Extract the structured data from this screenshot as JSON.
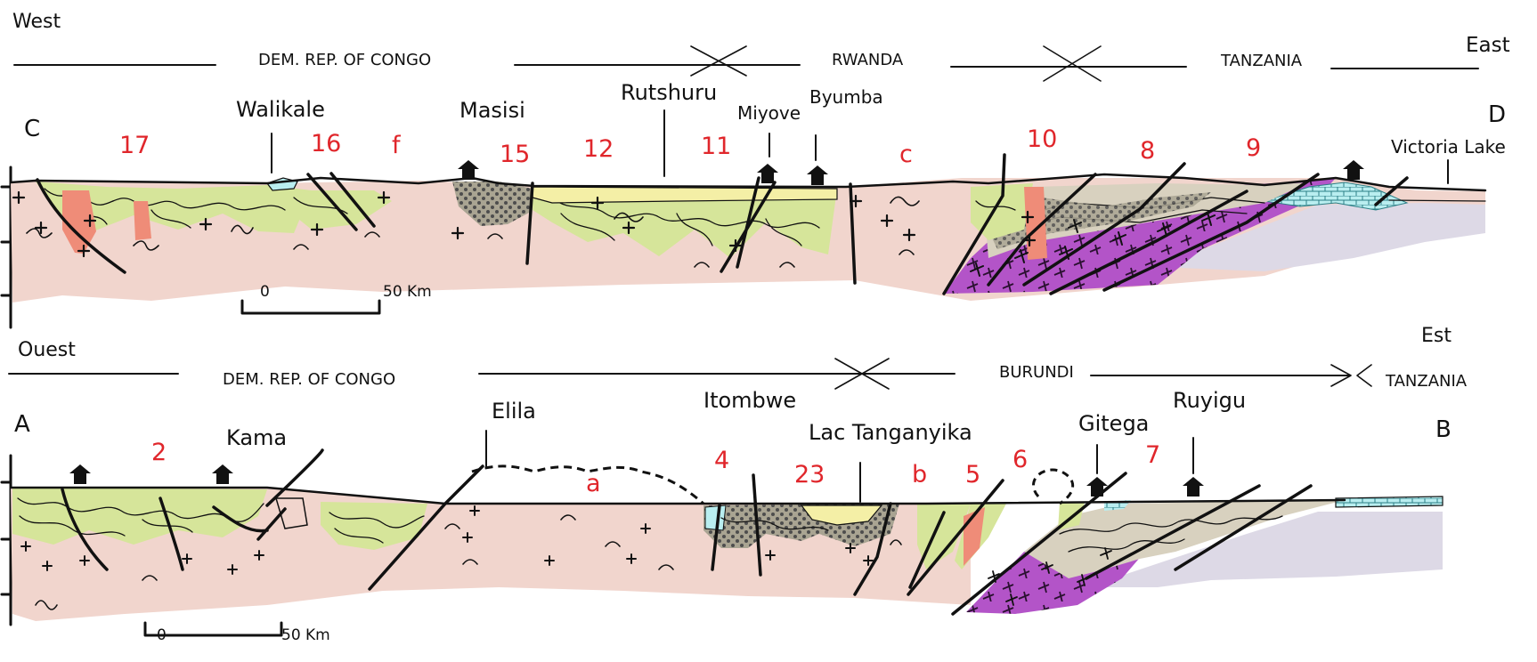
{
  "section_cd": {
    "left_dir": "West",
    "right_dir": "East",
    "end_left": "C",
    "end_right": "D",
    "countries": [
      "DEM. REP. OF CONGO",
      "RWANDA",
      "TANZANIA"
    ],
    "places": [
      "Walikale",
      "Masisi",
      "Rutshuru",
      "Miyove",
      "Byumba",
      "Victoria Lake"
    ],
    "units": [
      "17",
      "16",
      "f",
      "15",
      "12",
      "11",
      "c",
      "10",
      "8",
      "9"
    ],
    "scale": {
      "zero": "0",
      "max": "50 Km"
    }
  },
  "section_ab": {
    "left_dir": "Ouest",
    "right_dir": "Est",
    "end_left": "A",
    "end_right": "B",
    "countries": [
      "DEM. REP. OF CONGO",
      "BURUNDI",
      "TANZANIA"
    ],
    "places": [
      "Kama",
      "Elila",
      "Itombwe",
      "Lac Tanganyika",
      "Gitega",
      "Ruyigu"
    ],
    "units": [
      "2",
      "a",
      "4",
      "23",
      "b",
      "5",
      "6",
      "7"
    ],
    "scale": {
      "zero": "0",
      "max": "50 Km"
    }
  },
  "colors": {
    "basement": "#f1d5cd",
    "metasediment": "#d6e59a",
    "granite": "#ef8c78",
    "conglomerate": "#a5a08f",
    "purple_basement": "#b354c8",
    "carbonate": "#b9eef0",
    "sand": "#f4efa6",
    "platform": "#ddd9e6",
    "schist": "#d8d1bf",
    "labels": "#e0262b"
  }
}
